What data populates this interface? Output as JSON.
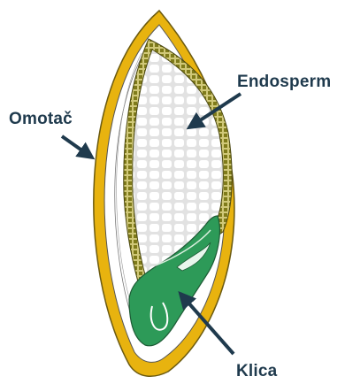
{
  "labels": {
    "omotac": "Omotač",
    "endosperm": "Endosperm",
    "klica": "Klica"
  },
  "colors": {
    "seed_coat": "#e8b30f",
    "endosperm_fill": "#e2e2e2",
    "aleurone_layer": "#8f8b21",
    "embryo": "#2d9a58",
    "label_text": "#1f3a4d",
    "pointer_arrow": "#1f3a4d"
  }
}
